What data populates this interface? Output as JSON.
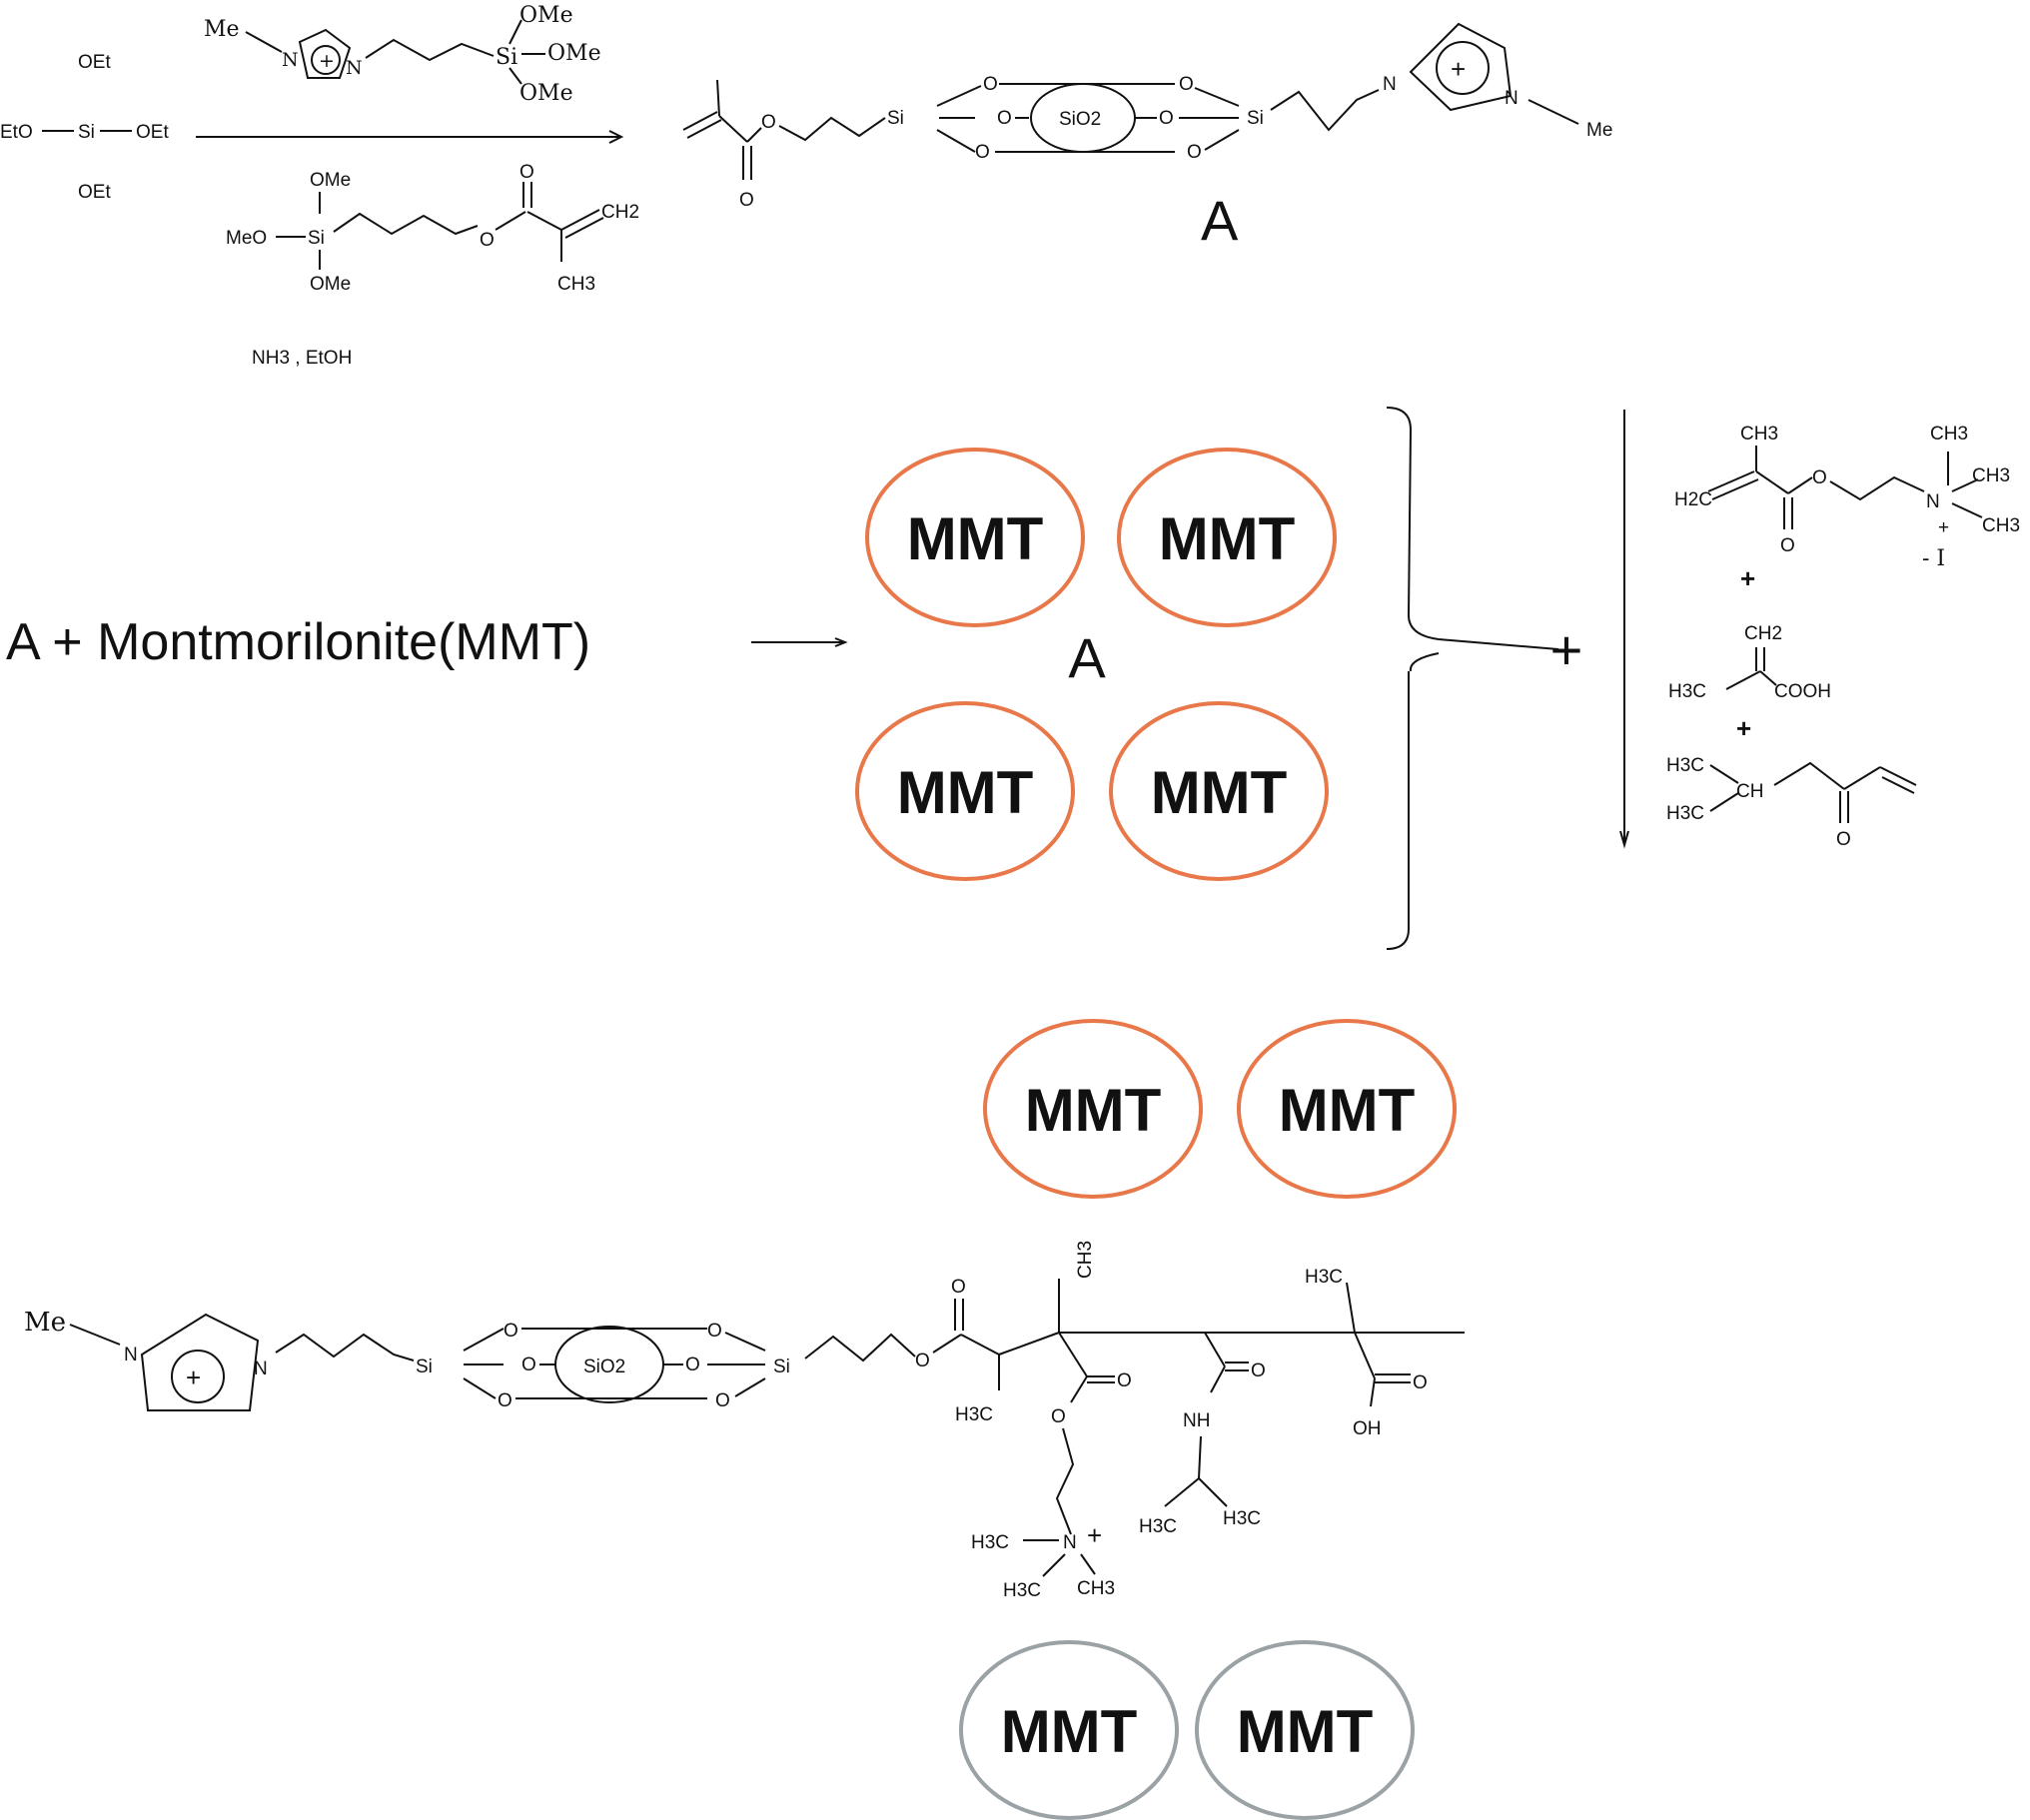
{
  "colors": {
    "mmt_orange": "#E8784A",
    "mmt_gray": "#9BA2A6",
    "ink": "#111111"
  },
  "step1": {
    "teos": {
      "top": "OEt",
      "left": "EtO",
      "center": "Si",
      "right": "OEt",
      "bottom": "OEt"
    },
    "reagent1": {
      "me": "Me",
      "n1": "N",
      "n2": "N",
      "plus": "+",
      "si": "Si",
      "ome1": "OMe",
      "ome2": "OMe",
      "ome3": "OMe"
    },
    "reagent2": {
      "ome_top": "OMe",
      "meo": "MeO",
      "si": "Si",
      "ome_bottom": "OMe",
      "o_ester": "O",
      "o_carbonyl": "O",
      "ch2": "CH2",
      "ch3": "CH3"
    },
    "conditions": "NH3 , EtOH",
    "product": {
      "o_ester": "O",
      "o_carbonyl": "O",
      "si_left": "Si",
      "o_core": [
        "O",
        "O",
        "O",
        "O",
        "O",
        "O"
      ],
      "sio2": "SiO2",
      "si_right": "Si",
      "n1": "N",
      "n2": "N",
      "plus": "+",
      "me": "Me"
    },
    "product_label": "A"
  },
  "step2": {
    "reactants": "A + Montmorilonite(MMT)",
    "cluster_label": "A",
    "mmt_labels": [
      "MMT",
      "MMT",
      "MMT",
      "MMT"
    ],
    "plus": "+",
    "monomer1": {
      "ch3_top": "CH3",
      "h2c": "H2C",
      "o_ester": "O",
      "o_carbonyl": "O",
      "n": "N",
      "plus": "+",
      "ch3_a": "CH3",
      "ch3_b": "CH3",
      "ch3_c": "CH3",
      "iodide": "- I"
    },
    "plus1": "+",
    "monomer2": {
      "ch2": "CH2",
      "h3c": "H3C",
      "cooh": "COOH"
    },
    "plus2": "+",
    "monomer3": {
      "h3c_a": "H3C",
      "h3c_b": "H3C",
      "ch": "CH",
      "o": "O"
    }
  },
  "step3": {
    "mmt_top_labels": [
      "MMT",
      "MMT"
    ],
    "mmt_bottom_labels": [
      "MMT",
      "MMT"
    ],
    "polymer": {
      "me": "Me",
      "n1": "N",
      "n2": "N",
      "plus": "+",
      "si_left": "Si",
      "o_core": [
        "O",
        "O",
        "O",
        "O",
        "O",
        "O"
      ],
      "sio2": "SiO2",
      "si_right": "Si",
      "o_ester": "O",
      "o_carbonyl": "O",
      "h3c_a": "H3C",
      "ch3": "CH3",
      "o_link": "O",
      "o_ester2": "O",
      "h3c_b": "H3C",
      "n_quat": "N",
      "plus_quat": "+",
      "h3c_c": "H3C",
      "ch3_b": "CH3",
      "o_amide": "O",
      "nh": "NH",
      "h3c_d": "H3C",
      "h3c_e": "H3C",
      "h3c_f": "H3C",
      "o_acid": "O",
      "oh": "OH"
    }
  }
}
